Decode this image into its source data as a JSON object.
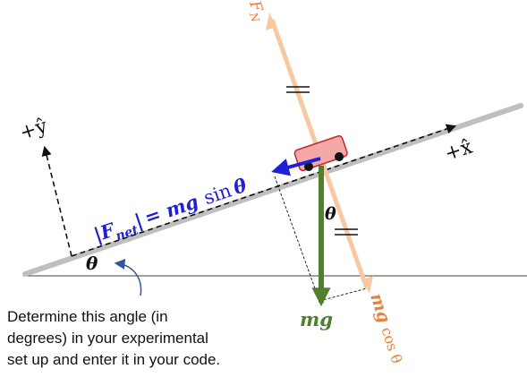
{
  "labels": {
    "normal_force": {
      "symbol": "F",
      "subscript": "N"
    },
    "y_axis": "+ŷ",
    "x_axis": "+x̂",
    "net_force": {
      "bar": "|",
      "symbol": "F",
      "subscript": "net",
      "rest": "= mg",
      "func": "sin",
      "angle": "θ"
    },
    "incline_angle": "θ",
    "weight_angle": "θ",
    "weight": "mg",
    "perp_component": {
      "main": "mg",
      "func": "cos θ"
    },
    "equal_mark_1": "=",
    "equal_mark_2": "="
  },
  "note": {
    "lines": [
      "Determine this angle (in",
      "degrees) in your experimental",
      "set up and enter it in your code."
    ]
  },
  "colors": {
    "incline": "#bfbfbf",
    "ground": "#404040",
    "normal_force": "#f8c9a0",
    "normal_label": "#e8813a",
    "net_force": "#1f1fd6",
    "weight": "#4f7f2f",
    "cart_fill": "#f4a7a7",
    "cart_stroke": "#c0282c",
    "wheel": "#111111",
    "curved_arrow": "#2e5a9a",
    "text": "#111111"
  }
}
